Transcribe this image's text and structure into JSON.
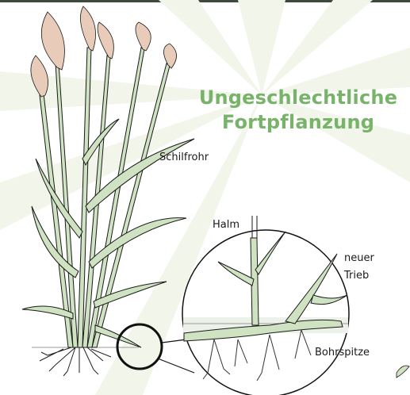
{
  "title": {
    "line1": "Ungeschlechtliche",
    "line2": "Fortpflanzung"
  },
  "labels": {
    "schilfrohr": "Schilfrohr",
    "halm": "Halm",
    "neuer": "neuer",
    "trieb": "Trieb",
    "bohrspitze": "Bohrspitze"
  },
  "colors": {
    "title": "#78b36a",
    "stem_fill": "#cfe3c3",
    "plume": "#e8cbb9",
    "outline": "#1a1a1a",
    "sun_rays": "#f1f5ea"
  }
}
